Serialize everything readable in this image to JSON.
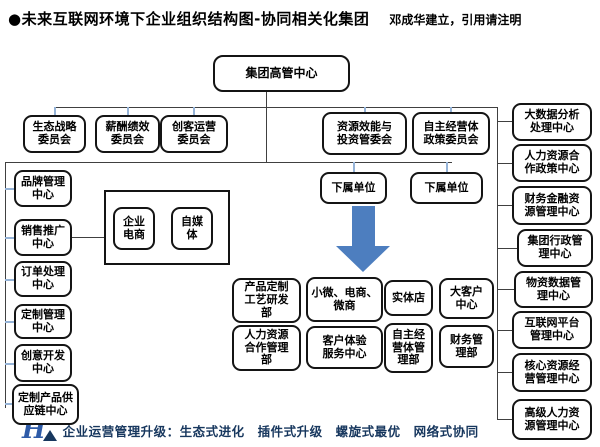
{
  "header": {
    "title": "●未来互联网环境下企业组织结构图-协同相关化集团",
    "credit": "邓成华建立，引用请注明"
  },
  "top_box": "集团高管中心",
  "committees": [
    "生态战略\n委员会",
    "薪酬绩效\n委员会",
    "创客运营\n委员会",
    "资源效能与\n投资管委会",
    "自主经营体\n政策委员会"
  ],
  "subordinate_units": [
    "下属单位",
    "下属单位"
  ],
  "left_column": [
    "品牌管理\n中心",
    "销售推广\n中心",
    "订单处理\n中心",
    "定制管理\n中心",
    "创意开发\n中心",
    "定制产品供\n应链中心"
  ],
  "ecommerce_group": [
    "企业\n电商",
    "自媒\n体"
  ],
  "right_column": [
    "大数据分析\n处理中心",
    "人力资源合\n作政策中心",
    "财务金融资\n源管理中心",
    "集团行政管\n理中心",
    "物资数据管\n理中心",
    "互联网平台\n管理中心",
    "核心资源经\n营管理中心",
    "高级人力资\n源管理中心"
  ],
  "cluster_row1": [
    "产品定制\n工艺研发\n部",
    "小微、电商、\n微商",
    "实体店",
    "大客户\n中心"
  ],
  "cluster_row2": [
    "人力资源\n合作管理\n部",
    "客户体验\n服务中心",
    "自主经\n营体管\n理部",
    "财务管\n理部"
  ],
  "footer": {
    "logo_letter": "H",
    "slogan": "企业运营管理升级：生态式进化　插件式升级　螺旋式最优　网络式协同"
  },
  "colors": {
    "arrow_blue": "#4d7ebf",
    "tick_blue": "#95b3d7",
    "line_gray": "#404040",
    "footer_navy": "#17375e"
  }
}
